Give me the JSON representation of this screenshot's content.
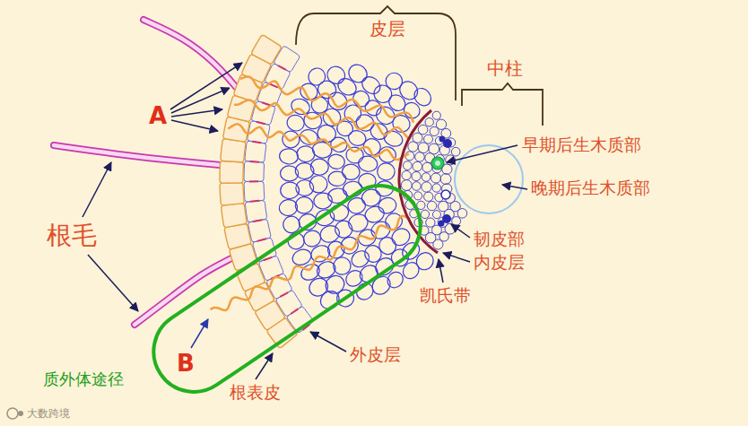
{
  "diagram": {
    "nodes": [
      {
        "text": [
          "B",
          "质外体途径"
        ]
      }
    ],
    "labels": [
      "皮层",
      "中柱",
      "A",
      "根毛",
      "早期后生木质部",
      "晚期后生木质部",
      "韧皮部",
      "内皮层",
      "凯氏带",
      "外皮层",
      "根表皮",
      "大数跨境"
    ]
  }
}
